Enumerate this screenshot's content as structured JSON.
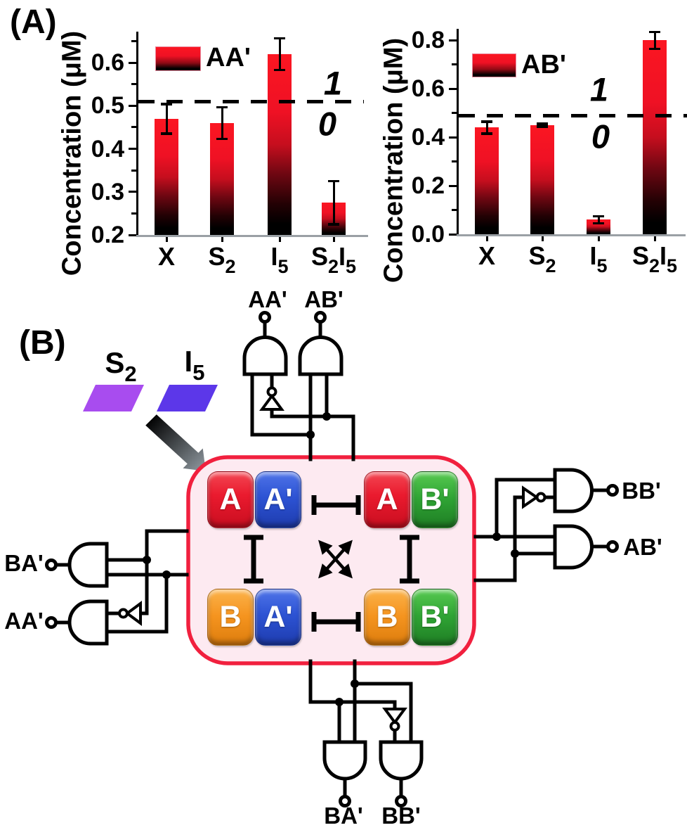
{
  "figure": {
    "panel_a_label": "(A)",
    "panel_b_label": "(B)"
  },
  "chart_data": [
    {
      "type": "bar",
      "legend": "AA'",
      "ylabel": "Concentration (μM)",
      "categories": [
        "X",
        "S2",
        "I5",
        "S2I5"
      ],
      "values": [
        0.47,
        0.46,
        0.62,
        0.275
      ],
      "errors": [
        0.034,
        0.037,
        0.037,
        0.05
      ],
      "yticks": [
        0.2,
        0.3,
        0.4,
        0.5,
        0.6
      ],
      "ylim": [
        0.2,
        0.672
      ],
      "threshold": 0.51,
      "threshold_labels": {
        "above": "1",
        "below": "0"
      },
      "grid": false,
      "legend_position": "top-left",
      "bar_gradient": [
        "#f7101f",
        "#000000"
      ]
    },
    {
      "type": "bar",
      "legend": "AB'",
      "ylabel": "Concentration (μM)",
      "categories": [
        "X",
        "S2",
        "I5",
        "S2I5"
      ],
      "values": [
        0.44,
        0.45,
        0.06,
        0.8
      ],
      "errors": [
        0.025,
        0.006,
        0.015,
        0.035
      ],
      "yticks": [
        0.0,
        0.2,
        0.4,
        0.6,
        0.8
      ],
      "ylim": [
        0.0,
        0.847
      ],
      "threshold": 0.49,
      "threshold_labels": {
        "above": "1",
        "below": "0"
      },
      "grid": false,
      "legend_position": "top-left",
      "bar_gradient": [
        "#f7101f",
        "#000000"
      ]
    }
  ],
  "categories_rich": [
    [
      [
        "X",
        false
      ]
    ],
    [
      [
        "S",
        false
      ],
      [
        "2",
        true
      ]
    ],
    [
      [
        "I",
        false
      ],
      [
        "5",
        true
      ]
    ],
    [
      [
        "S",
        false
      ],
      [
        "2",
        true
      ],
      [
        "I",
        false
      ],
      [
        "5",
        true
      ]
    ]
  ],
  "panel_b": {
    "inputs": [
      {
        "base": "S",
        "sub": "2",
        "color": "#a84cef"
      },
      {
        "base": "I",
        "sub": "5",
        "color": "#5c37e9"
      }
    ],
    "gate_outputs": {
      "top_left": "AA'",
      "top_right": "AB'",
      "left_top": "BA'",
      "left_bottom": "AA'",
      "right_top": "BB'",
      "right_bottom": "AB'",
      "bottom_left": "BA'",
      "bottom_right": "BB'"
    },
    "blocks": {
      "top_left": [
        "A",
        "A'"
      ],
      "top_right": [
        "A",
        "B'"
      ],
      "bottom_left": [
        "B",
        "A'"
      ],
      "bottom_right": [
        "B",
        "B'"
      ]
    },
    "colors": {
      "block_red": "#ea1a2e",
      "block_blue": "#2d53d4",
      "block_orange": "#f5941f",
      "block_green": "#2fa434",
      "box_fill": "#fdeaf1",
      "box_border": "#f1203e",
      "s2_strand": "#a84cef",
      "i5_strand": "#5c37e9",
      "wire": "#000000"
    }
  }
}
